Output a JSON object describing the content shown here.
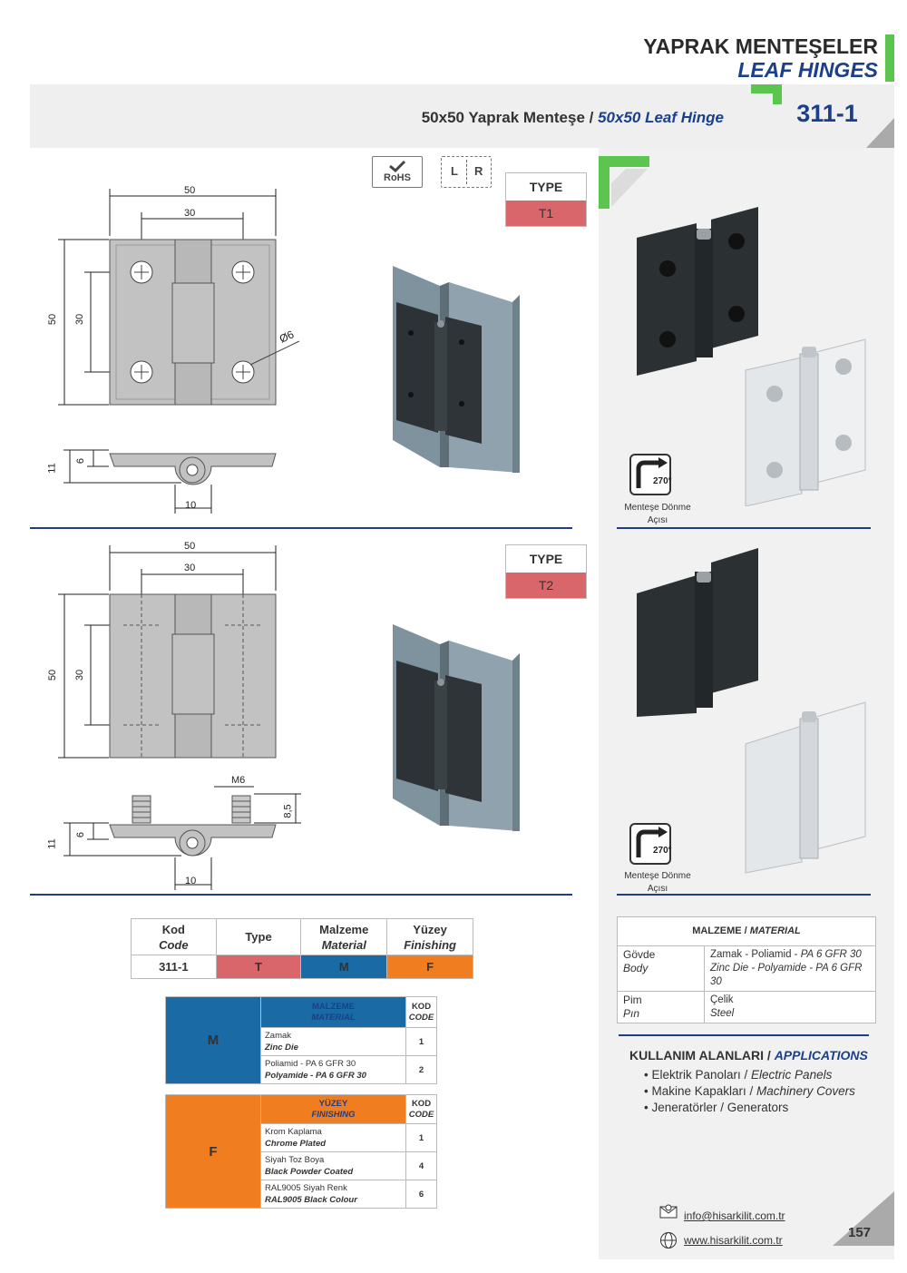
{
  "header": {
    "title_tr": "YAPRAK MENTEŞELER",
    "title_en": "LEAF HINGES",
    "product_tr": "50x50 Yaprak Menteşe /",
    "product_en": "50x50 Leaf Hinge",
    "product_code": "311-1"
  },
  "badges": {
    "rohs": "RoHS",
    "left": "L",
    "right": "R"
  },
  "types": [
    {
      "header": "TYPE",
      "value": "T1",
      "dims": {
        "w50": "50",
        "w30": "30",
        "h50": "50",
        "h30": "30",
        "hole": "Ø6",
        "t11": "11",
        "t6": "6",
        "k10": "10"
      },
      "rotation": "270°",
      "rotation_caption_1": "Menteşe Dönme",
      "rotation_caption_2": "Açısı"
    },
    {
      "header": "TYPE",
      "value": "T2",
      "dims": {
        "w50": "50",
        "w30": "30",
        "h50": "50",
        "h30": "30",
        "thread": "M6",
        "stud": "8,5",
        "t11": "11",
        "t6": "6",
        "k10": "10"
      },
      "rotation": "270°",
      "rotation_caption_1": "Menteşe Dönme",
      "rotation_caption_2": "Açısı"
    }
  ],
  "code_table": {
    "headers": [
      {
        "tr": "Kod",
        "en": "Code"
      },
      {
        "tr": "Type",
        "en": ""
      },
      {
        "tr": "Malzeme",
        "en": "Material"
      },
      {
        "tr": "Yüzey",
        "en": "Finishing"
      }
    ],
    "row": [
      "311-1",
      "T",
      "M",
      "F"
    ],
    "colors": {
      "t": "#d9666a",
      "m": "#1a6aa6",
      "f": "#f07d1f"
    }
  },
  "material_table": {
    "letter": "M",
    "header_tr": "MALZEME",
    "header_en": "MATERIAL",
    "code_tr": "KOD",
    "code_en": "CODE",
    "rows": [
      {
        "tr": "Zamak",
        "en": "Zinc Die",
        "code": "1"
      },
      {
        "tr": "Poliamid - PA 6 GFR 30",
        "en": "Polyamide - PA 6 GFR 30",
        "code": "2"
      }
    ]
  },
  "finish_table": {
    "letter": "F",
    "header_tr": "YÜZEY",
    "header_en": "FINISHING",
    "code_tr": "KOD",
    "code_en": "CODE",
    "rows": [
      {
        "tr": "Krom Kaplama",
        "en": "Chrome Plated",
        "code": "1"
      },
      {
        "tr": "Siyah Toz Boya",
        "en": "Black Powder Coated",
        "code": "4"
      },
      {
        "tr": "RAL9005 Siyah Renk",
        "en": "RAL9005 Black Colour",
        "code": "6"
      }
    ]
  },
  "materials": {
    "title_tr": "MALZEME /",
    "title_en": "MATERIAL",
    "rows": [
      {
        "tr": "Gövde",
        "en": "Body",
        "val_tr_a": "Zamak - Poliamid - ",
        "val_tr_b": "PA 6 GFR 30",
        "val_en": "Zinc Die - Polyamide - PA 6 GFR 30"
      },
      {
        "tr": "Pim",
        "en": "Pın",
        "val_tr_a": "Çelik",
        "val_tr_b": "",
        "val_en": "Steel"
      }
    ]
  },
  "applications": {
    "title_tr": "KULLANIM ALANLARI /",
    "title_en": "APPLICATIONS",
    "items": [
      {
        "tr": "• Elektrik Panoları /",
        "en": "Electric Panels"
      },
      {
        "tr": "• Makine Kapakları /",
        "en": "Machinery Covers"
      },
      {
        "tr": "• Jeneratörler / Generators",
        "en": ""
      }
    ]
  },
  "contact": {
    "email": "info@hisarkilit.com.tr",
    "web": "www.hisarkilit.com.tr"
  },
  "page_number": "157"
}
